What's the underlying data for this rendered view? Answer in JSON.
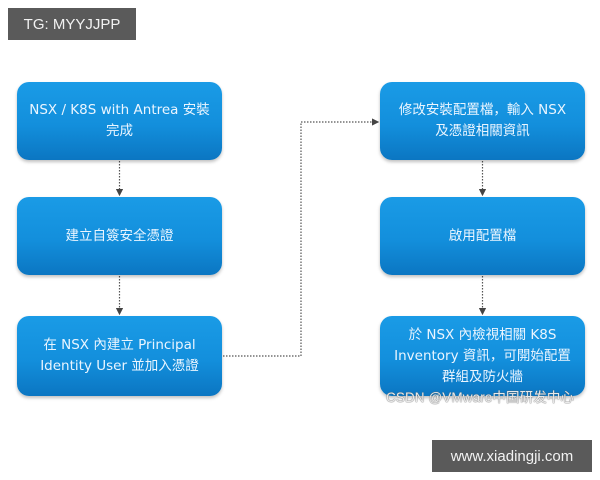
{
  "watermarks": {
    "top_tag": "TG: MYYJJPP",
    "bottom_tag": "www.xiadingji.com",
    "overlay": "CSDN @VMware中国研发中心"
  },
  "flow": {
    "left_column": [
      {
        "id": "step1",
        "label": "NSX / K8S with Antrea 安裝完成"
      },
      {
        "id": "step2",
        "label": "建立自簽安全憑證"
      },
      {
        "id": "step3",
        "label": "在 NSX 內建立 Principal Identity User 並加入憑證"
      }
    ],
    "right_column": [
      {
        "id": "step4",
        "label": "修改安裝配置檔，輸入 NSX 及憑證相關資訊"
      },
      {
        "id": "step5",
        "label": "啟用配置檔"
      },
      {
        "id": "step6",
        "label": "於 NSX 內檢視相關 K8S Inventory 資訊，可開始配置群組及防火牆"
      }
    ],
    "connections": [
      {
        "from": "step1",
        "to": "step2",
        "style": "dotted"
      },
      {
        "from": "step2",
        "to": "step3",
        "style": "dotted"
      },
      {
        "from": "step3",
        "to": "step4",
        "style": "dotted"
      },
      {
        "from": "step4",
        "to": "step5",
        "style": "dotted"
      },
      {
        "from": "step5",
        "to": "step6",
        "style": "dotted"
      }
    ]
  },
  "colors": {
    "box_fill": "#138fdc",
    "box_text": "#eaf5ff",
    "connector": "#555555",
    "tag_bg": "#5a5a5a"
  }
}
